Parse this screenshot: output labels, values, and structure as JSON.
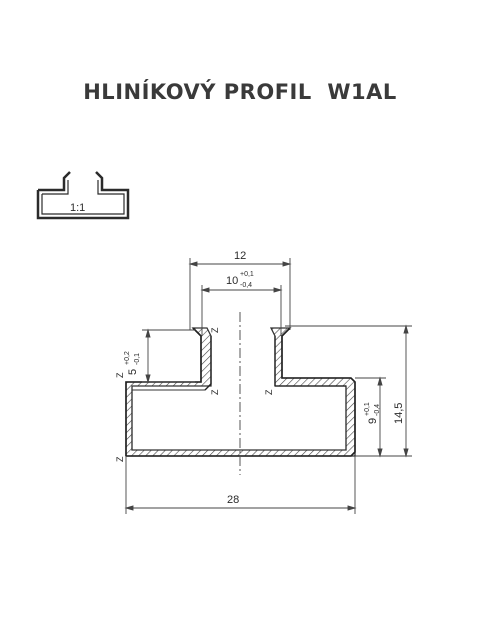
{
  "title": "HLINÍKOVÝ PROFIL  W1AL",
  "thumbnail": {
    "scale_label": "1:1"
  },
  "dimensions": {
    "top_width": "12",
    "inner_width": "10",
    "inner_tol_upper": "+0,1",
    "inner_tol_lower": "-0,4",
    "slot_depth": "5",
    "slot_tol_upper": "+0,2",
    "slot_tol_lower": "-0,1",
    "total_height": "14,5",
    "body_height": "9",
    "body_tol_upper": "+0,1",
    "body_tol_lower": "-0,4",
    "base_width": "28"
  },
  "zone_labels": [
    "Z",
    "Z",
    "Z",
    "Z",
    "Z"
  ],
  "colors": {
    "line": "#3a3a3a",
    "title": "#3a3a3a"
  }
}
